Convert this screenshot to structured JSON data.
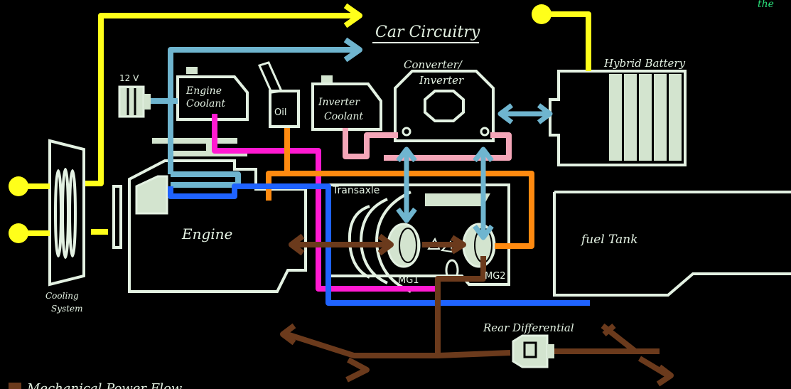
{
  "labels": {
    "car_circuitry": "Car Circuitry",
    "hybrid_battery": "Hybrid Battery",
    "converter_line1": "Converter/",
    "converter_line2": "Inverter",
    "engine_coolant_line1": "Engine",
    "engine_coolant_line2": "Coolant",
    "inverter_coolant_line1": "Inverter",
    "inverter_coolant_line2": "Coolant",
    "battery_12v": "12 V",
    "oil": "Oil",
    "transaxle": "Transaxle",
    "engine": "Engine",
    "fuel_tank": "fuel Tank",
    "mg1": "MG1",
    "mg2": "MG2",
    "cooling_system_line1": "Cooling",
    "cooling_system_line2": "System",
    "rear_differential": "Rear Differential",
    "legend_mechanical": "Mechanical Power Flow",
    "corner_text": "the"
  },
  "colors": {
    "background": "#000000",
    "outline": "#e3f1e2",
    "fill": "#d3e4cf",
    "yellow": "#ffff1a",
    "light_blue": "#6fb5cf",
    "magenta": "#ff1ad1",
    "orange": "#ff8a10",
    "pink": "#f4a6b8",
    "blue": "#1f63ff",
    "brown": "#6b3a1c",
    "green_text": "#29e07a"
  }
}
